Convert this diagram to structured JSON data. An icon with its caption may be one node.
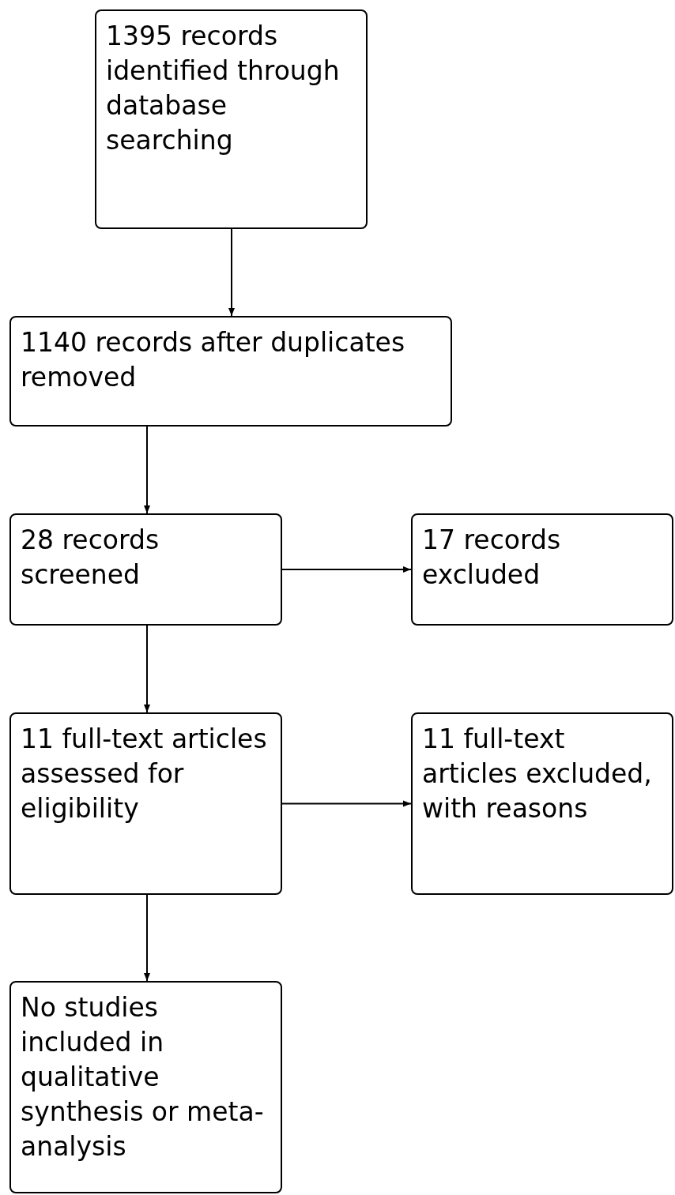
{
  "diagram": {
    "nodes": [
      {
        "text": [
          "1395 records identified through database searching"
        ]
      },
      {
        "text": [
          "1140 records after duplicates removed"
        ]
      },
      {
        "text": [
          "28 records screened"
        ]
      },
      {
        "text": [
          "17 records excluded"
        ]
      },
      {
        "text": [
          "11 full-text articles assessed for eligibility"
        ]
      },
      {
        "text": [
          "11 full-text articles excluded, with reasons"
        ]
      },
      {
        "text": [
          "No studies included in qualitative synthesis or meta-analysis"
        ]
      }
    ],
    "edges": [
      {
        "from": 0,
        "to": 1,
        "arrow": "to"
      },
      {
        "from": 1,
        "to": 2,
        "arrow": "to"
      },
      {
        "from": 2,
        "to": 3,
        "arrow": "to"
      },
      {
        "from": 2,
        "to": 4,
        "arrow": "to"
      },
      {
        "from": 4,
        "to": 5,
        "arrow": "to"
      },
      {
        "from": 4,
        "to": 6,
        "arrow": "to"
      }
    ]
  }
}
